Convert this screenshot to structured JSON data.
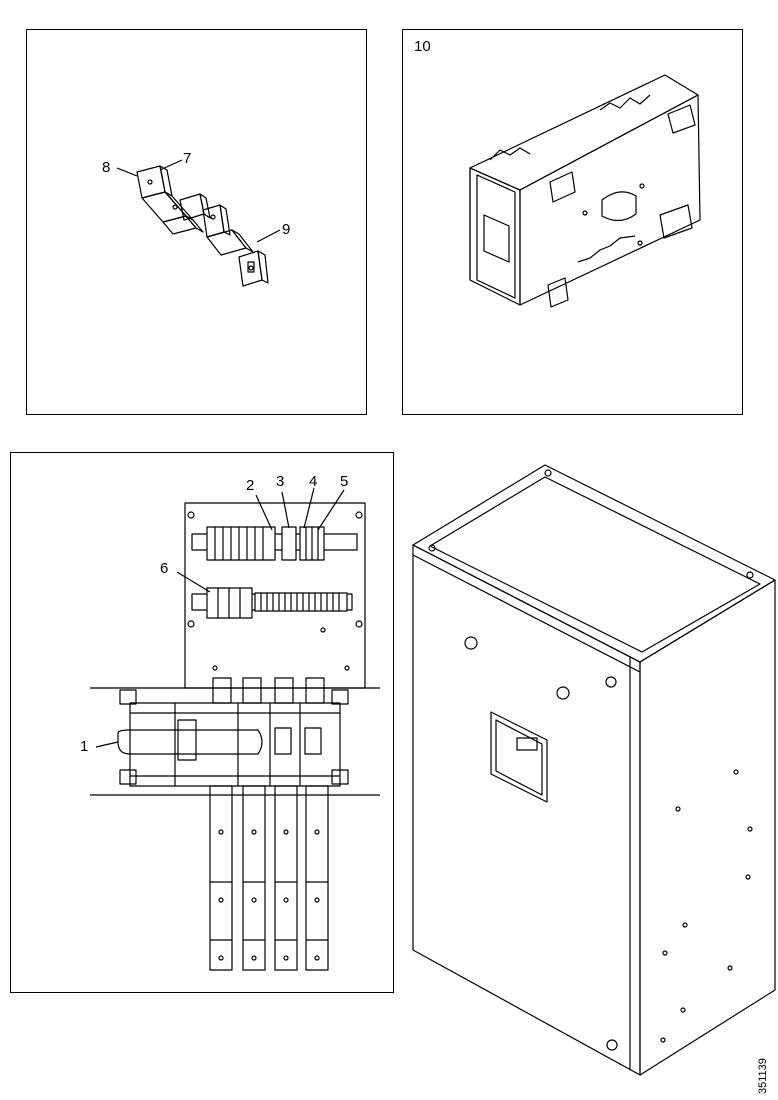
{
  "panels": {
    "bracket": {
      "callouts": {
        "c7": "7",
        "c8": "8",
        "c9": "9"
      }
    },
    "cover": {
      "callouts": {
        "c10": "10"
      }
    },
    "switch_panel": {
      "callouts": {
        "c1": "1",
        "c2": "2",
        "c3": "3",
        "c4": "4",
        "c5": "5",
        "c6": "6"
      }
    }
  },
  "reference_number": "351139"
}
